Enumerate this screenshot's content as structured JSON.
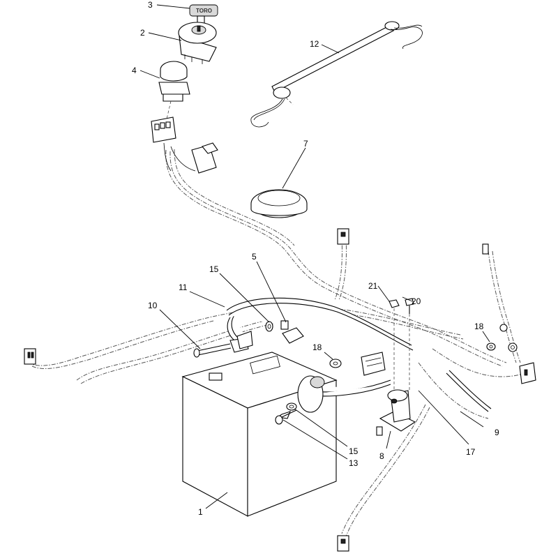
{
  "key_logo_text": "TORO",
  "callouts": [
    "1",
    "2",
    "3",
    "4",
    "5",
    "7",
    "8",
    "9",
    "10",
    "11",
    "12",
    "13",
    "15",
    "15",
    "17",
    "18",
    "18",
    "20",
    "21"
  ]
}
